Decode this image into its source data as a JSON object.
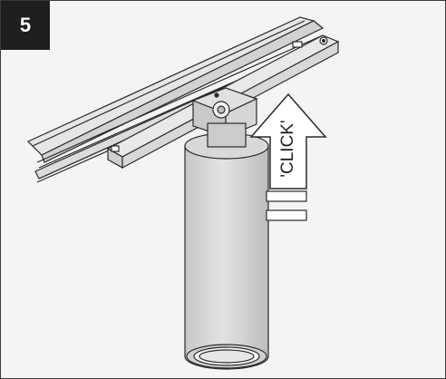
{
  "step": {
    "number": "5"
  },
  "annotation": {
    "click_text": "'CLICK'",
    "arrow_direction": "up"
  },
  "colors": {
    "background": "#f4f4f4",
    "badge": "#1f1f1f",
    "luminaire_body": "#cfcfcf",
    "outline": "#2a2a2a"
  },
  "icons": {
    "arrow": "up-arrow-icon",
    "lock_indicator": "lock-indicator-icon"
  }
}
